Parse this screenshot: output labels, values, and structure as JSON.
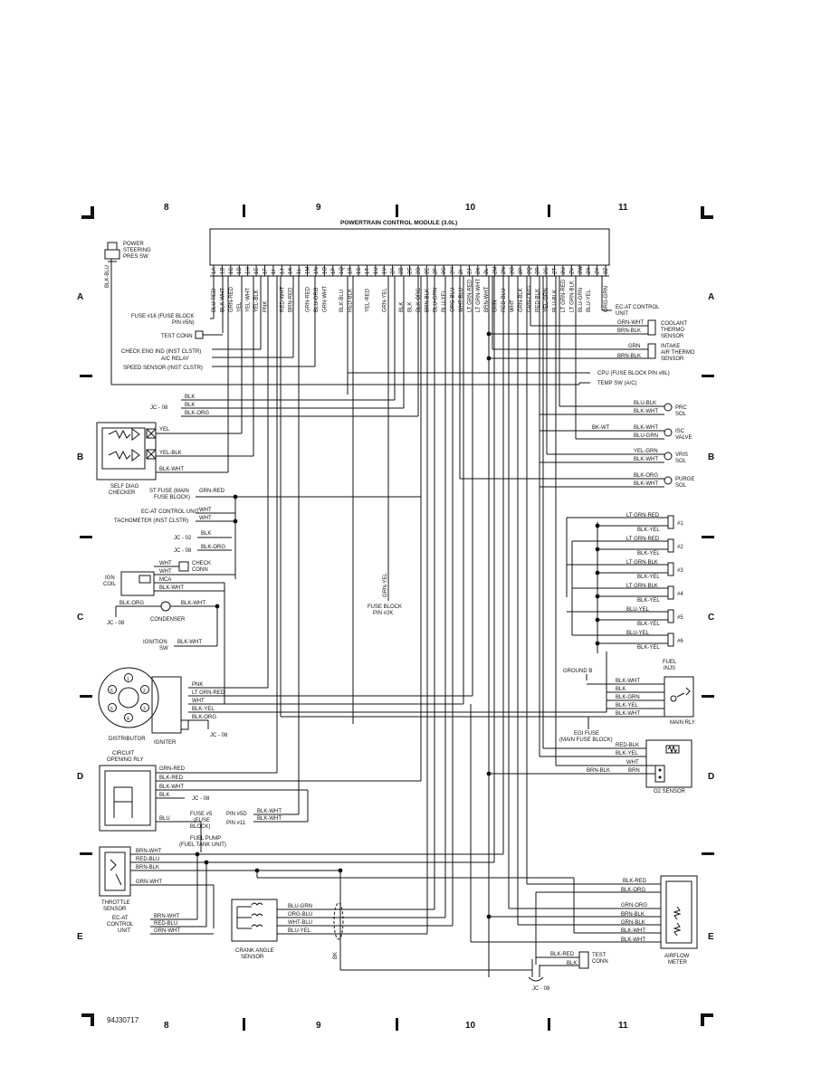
{
  "header": {
    "title": "POWERTRAIN CONTROL MODULE (3.0L)",
    "grid_columns": [
      "8",
      "9",
      "10",
      "11"
    ],
    "grid_rows": [
      "A",
      "B",
      "C",
      "D",
      "E"
    ]
  },
  "footer": {
    "figure_id": "94J30717",
    "grid_columns": [
      "8",
      "9",
      "10",
      "11"
    ]
  },
  "pcm_pins": [
    "1A",
    "1B",
    "1C",
    "1D",
    "1H",
    "1E",
    "1F",
    "1I",
    "1J",
    "1K",
    "1L",
    "1M",
    "1N",
    "1O",
    "1P",
    "1Q",
    "1R",
    "1S",
    "1T",
    "1U",
    "1V",
    "2A",
    "2B",
    "2C",
    "2D",
    "2E",
    "2F",
    "2G",
    "2H",
    "2I",
    "2J",
    "2K",
    "2L",
    "2M",
    "2N",
    "2O",
    "2P",
    "2Q",
    "2R",
    "2S",
    "2T",
    "2U",
    "2V",
    "2W",
    "2X",
    "2Y",
    "2Z"
  ],
  "pcm_wires": [
    "BLU-RED",
    "BLK-WHT",
    "GRN-RED",
    "YEL",
    "YEL-WHT",
    "YEL-BLK",
    "PNK",
    "",
    "RED-WHT",
    "BRN-RED",
    "",
    "GRN-RED",
    "BLU-ORG",
    "GRN-WHT",
    "",
    "BLK-BLU",
    "RED-BLK",
    "",
    "YEL-RED",
    "",
    "GRN-YEL",
    "",
    "BLK",
    "BLK",
    "BLK-ORG",
    "BRN-BLK",
    "BLU-GRN",
    "BLU-YEL",
    "ORG-BLU",
    "WHT-BLU",
    "LT GRN-RED",
    "LT GRN-WHT",
    "BRN-WHT",
    "GRN",
    "RED-BLU",
    "WHT",
    "GRN-BLK",
    "GRN-ORG",
    "RED-BLK",
    "YEL-GRN",
    "BLU-BLK",
    "LT GRN-RED",
    "LT GRN-BLK",
    "BLU-GRN",
    "BLU-YEL",
    "",
    "ORG-GRN"
  ],
  "left_labels": {
    "power_steering": [
      "POWER",
      "STEERING",
      "PRES SW"
    ],
    "blk_blu_vertical": "BLK-BLU",
    "fuse16": [
      "FUSE #16 (FUSE BLOCK",
      "PIN #5N)"
    ],
    "test_conn": "TEST CONN",
    "check_eng": "CHECK ENG IND (INST CLSTR)",
    "ac_relay": "A/C RELAY",
    "speed_sensor": "SPEED SENSOR (INST CLSTR)",
    "jc08_top": "JC - 08",
    "jc08_wires": [
      "BLK",
      "BLK",
      "BLK-ORG"
    ],
    "self_diag": [
      "SELF DIAG",
      "CHECKER"
    ],
    "self_diag_wires": [
      "YEL",
      "YEL-BLK",
      "BLK-WHT"
    ],
    "st_fuse": [
      "ST FUSE (MAIN",
      "FUSE BLOCK)"
    ],
    "st_fuse_wire": "GRN-RED",
    "ec_at": "EC-AT CONTROL UNIT",
    "tachometer": "TACHOMETER (INST CLSTR)",
    "tach_wires": [
      "WHT",
      "WHT"
    ],
    "jc02": "JC - 02",
    "jc02_wire": "BLK",
    "jc08_mid": "JC - 08",
    "jc08_mid_wire": "BLK-ORG",
    "check_conn": [
      "CHECK",
      "CONN"
    ],
    "ign_coil": [
      "IGN",
      "COIL"
    ],
    "coil_wires": [
      "WHT",
      "WHT",
      "MCA",
      "BLK-WHT"
    ],
    "condenser": "CONDENSER",
    "condenser_wires": [
      "BLK-ORG",
      "BLK-WHT"
    ],
    "jc08_c": "JC - 08",
    "ign_sw": [
      "IGNITION",
      "SW"
    ],
    "ign_sw_wire": "BLK-WHT",
    "fuse_block_2k": [
      "FUSE BLOCK",
      "PIN #2K"
    ],
    "grn_yel_vertical": "GRN-YEL",
    "distributor": "DISTRIBUTOR",
    "igniter": "IGNITER",
    "igniter_wires": [
      "PNK",
      "LT GRN-RED",
      "WHT",
      "BLK-YEL",
      "BLK-ORG"
    ],
    "jc08_igniter": "JC - 08",
    "circuit_opening": [
      "CIRCUIT",
      "OPENING RLY"
    ],
    "cor_wires": [
      "GRN-RED",
      "BLK-RED",
      "BLK-WHT",
      "BLK",
      "BLU"
    ],
    "jc08_cor": "JC - 08",
    "fuse5": [
      "FUSE #5",
      "(FUSE",
      "BLOCK)"
    ],
    "fuse5_pins": [
      "PIN #5D",
      "PIN #11"
    ],
    "fuse5_wires": [
      "BLK-WHT",
      "BLK-WHT"
    ],
    "fuel_pump": [
      "FUEL PUMP",
      "(FUEL TANK UNIT)"
    ],
    "throttle_sensor": [
      "THROTTLE",
      "SENSOR"
    ],
    "throttle_wires": [
      "BRN-WHT",
      "RED-BLU",
      "BRN-BLK",
      "GRN-WHT"
    ],
    "ec_at_unit": [
      "EC-AT",
      "CONTROL",
      "UNIT"
    ],
    "ec_at_wires": [
      "BRN-WHT",
      "RED-BLU",
      "GRN-WHT"
    ],
    "crank_angle": [
      "CRANK ANGLE",
      "SENSOR"
    ],
    "crank_wires": [
      "BLU-GRN",
      "ORG-BLU",
      "WHT-BLU",
      "BLU-YEL"
    ],
    "bk_vertical": "BK",
    "jc08_bottom": "JC - 08"
  },
  "right_labels": {
    "ec_at_control": [
      "EC-AT CONTROL",
      "UNIT"
    ],
    "coolant": [
      "COOLANT",
      "THERMO",
      "SENSOR"
    ],
    "coolant_wires": [
      "GRN-WHT",
      "BRN-BLK"
    ],
    "intake": [
      "INTAKE",
      "AIR THERMO",
      "SENSOR"
    ],
    "intake_wires": [
      "GRN",
      "BRN-BLK"
    ],
    "cpu": "CPU (FUSE BLOCK PIN #8L)",
    "temp_sw": "TEMP SW (A/C)",
    "prc": [
      "PRC",
      "SOL"
    ],
    "prc_wires": [
      "BLU-BLK",
      "BLK-WHT"
    ],
    "isc": [
      "ISC",
      "VALVE"
    ],
    "isc_wires": [
      "BK-WT",
      "BLK-WHT",
      "BLU-GRN"
    ],
    "vris": [
      "VRIS",
      "SOL"
    ],
    "vris_wires": [
      "YEL-GRN",
      "BLK-WHT"
    ],
    "purge": [
      "PURGE",
      "SOL"
    ],
    "purge_wires": [
      "BLK-ORG",
      "BLK-WHT"
    ],
    "injectors": [
      {
        "num": "#1",
        "a": "LT GRN-RED",
        "b": "BLK-YEL"
      },
      {
        "num": "#2",
        "a": "LT GRN-RED",
        "b": "BLK-YEL"
      },
      {
        "num": "#3",
        "a": "LT GRN-BLK",
        "b": "BLK-YEL"
      },
      {
        "num": "#4",
        "a": "LT GRN-BLK",
        "b": "BLK-YEL"
      },
      {
        "num": "#5",
        "a": "BLU-YEL",
        "b": "BLK-YEL"
      },
      {
        "num": "#6",
        "a": "BLU-YEL",
        "b": "BLK-YEL"
      }
    ],
    "fuel_injs": [
      "FUEL",
      "INJS"
    ],
    "ground_b": "GROUND B",
    "main_rly_wires": [
      "BLK-WHT",
      "BLK",
      "BLK-GRN",
      "BLK-YEL",
      "BLK-WHT"
    ],
    "main_rly": "MAIN RLY",
    "egi_fuse": [
      "EGI FUSE",
      "(MAIN FUSE BLOCK)"
    ],
    "o2_wires": [
      "RED-BLK",
      "BLK-YEL",
      "WHT",
      "BRN"
    ],
    "brn_blk": "BRN-BLK",
    "o2_sensor": "O2 SENSOR",
    "airflow_wires": [
      "BLK-RED",
      "BLK-ORG",
      "GRN-ORG",
      "BRN-BLK",
      "GRN-BLK",
      "BLK-WHT",
      "BLK-WHT"
    ],
    "airflow": [
      "AIRFLOW",
      "METER"
    ],
    "test_conn_b": [
      "TEST",
      "CONN"
    ],
    "test_conn_b_wires": [
      "BLK-RED",
      "BLK"
    ]
  }
}
